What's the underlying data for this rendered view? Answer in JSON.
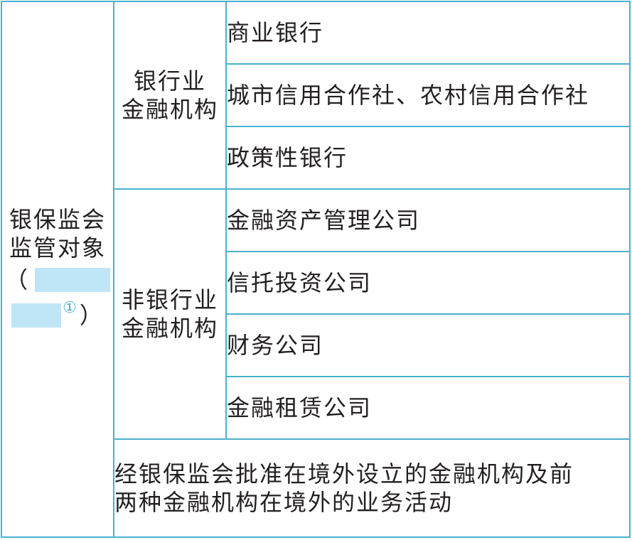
{
  "table": {
    "subject": {
      "line1": "银保监会",
      "line2": "监管对象",
      "open_paren": "（",
      "close_paren": "）",
      "note_mark": "①"
    },
    "groups": [
      {
        "label_line1": "银行业",
        "label_line2": "金融机构",
        "items": [
          "商业银行",
          "城市信用合作社、农村信用合作社",
          "政策性银行"
        ]
      },
      {
        "label_line1": "非银行业",
        "label_line2": "金融机构",
        "items": [
          "金融资产管理公司",
          "信托投资公司",
          "财务公司",
          "金融租赁公司"
        ]
      }
    ],
    "footer_line1": "经银保监会批准在境外设立的金融机构及前",
    "footer_line2": "两种金融机构在境外的业务活动"
  },
  "colors": {
    "border": "#48b3cc",
    "blank_fill": "#bfe6f7",
    "text": "#231f20"
  }
}
